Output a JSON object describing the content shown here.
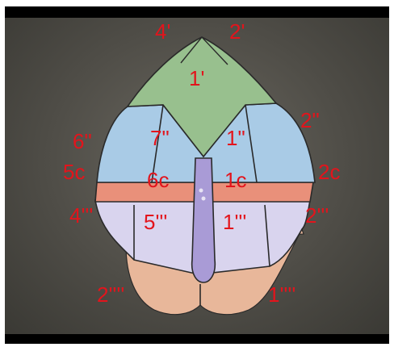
{
  "diagram": {
    "labels": {
      "apical_left": "4'",
      "apical_right": "2'",
      "apical_center": "1'",
      "precingular_left_outer": "6\"",
      "precingular_left_inner": "7\"",
      "precingular_right_inner": "1\"",
      "precingular_right_outer": "2\"",
      "cingular_left_outer": "5c",
      "cingular_left_inner": "6c",
      "cingular_right_inner": "1c",
      "cingular_right_outer": "2c",
      "postcingular_left_outer": "4'''",
      "postcingular_left_inner": "5'''",
      "postcingular_right_inner": "1'''",
      "postcingular_right_outer": "2'''",
      "antapical_left": "2''''",
      "antapical_right": "1''''"
    },
    "colors": {
      "apical_plates": "#98c08e",
      "precingular_plates": "#a9cbe6",
      "cingulum": "#e9907a",
      "postcingular_plates": "#d9d4ee",
      "antapical_plates": "#e8b79a",
      "sulcus": "#a99bd6",
      "labels": "#e3141c",
      "background": "#55534d"
    }
  }
}
